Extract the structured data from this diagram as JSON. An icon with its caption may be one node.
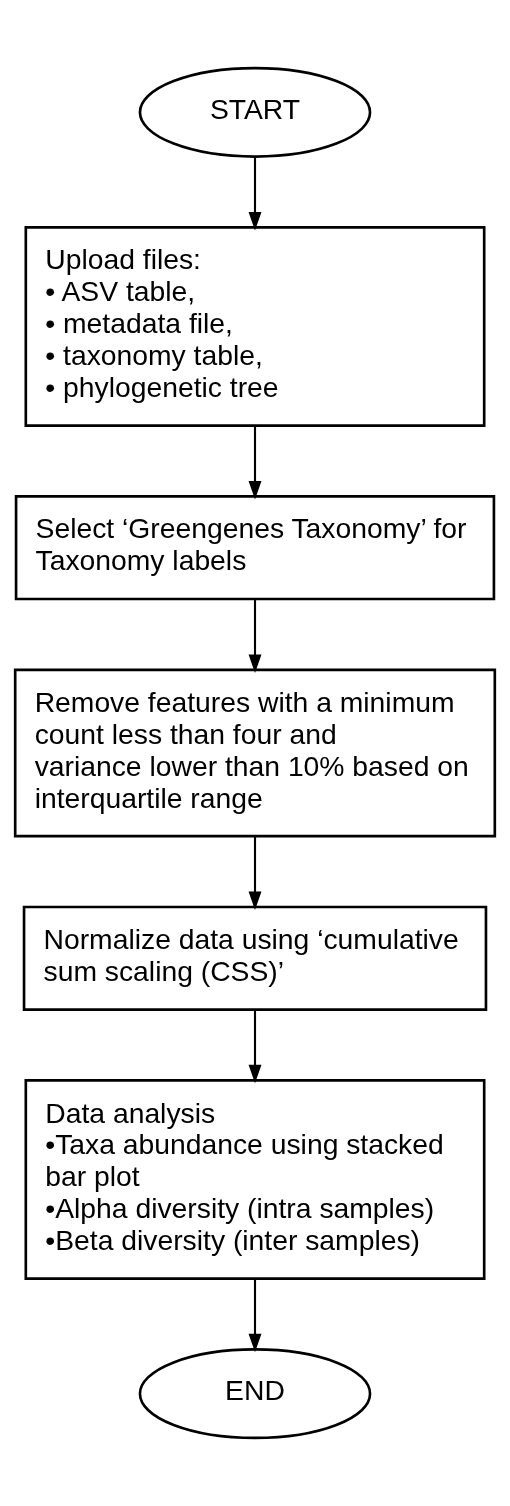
{
  "diagram": {
    "nodes": [
      {
        "text": [
          "START"
        ]
      },
      {
        "text": [
          "Upload files:",
          "• ASV table,",
          "• metadata file,",
          "• taxonomy table,",
          "• phylogenetic tree"
        ]
      },
      {
        "text": [
          "Select ‘Greengenes Taxonomy’ for Taxonomy labels"
        ]
      },
      {
        "text": [
          "Remove features with a minimum count less than four and variance lower than 10% based on interquartile range"
        ]
      },
      {
        "text": [
          "Normalize data using ‘cumulative sum scaling (CSS)’"
        ]
      },
      {
        "text": [
          "Data analysis",
          "•Taxa abundance using stacked bar plot",
          "•Alpha diversity (intra samples)",
          "•Beta diversity (inter samples)"
        ]
      },
      {
        "text": [
          "END"
        ]
      }
    ],
    "edges": [
      {
        "from": 0,
        "to": 1,
        "arrow": "to"
      },
      {
        "from": 1,
        "to": 2,
        "arrow": "to"
      },
      {
        "from": 2,
        "to": 3,
        "arrow": "to"
      },
      {
        "from": 3,
        "to": 4,
        "arrow": "to"
      },
      {
        "from": 4,
        "to": 5,
        "arrow": "to"
      },
      {
        "from": 5,
        "to": 6,
        "arrow": "to"
      }
    ]
  }
}
